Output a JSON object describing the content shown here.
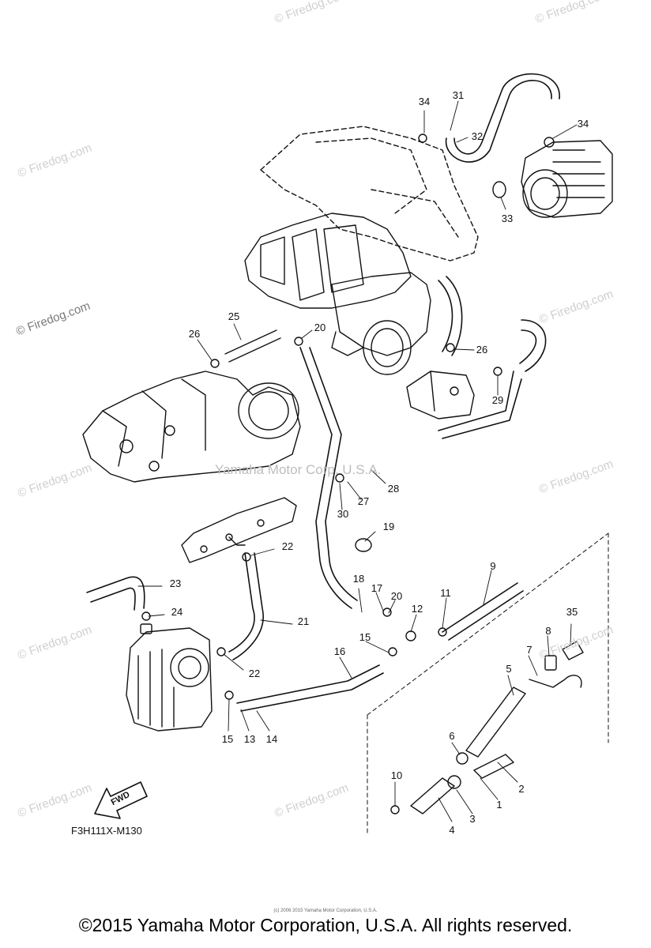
{
  "watermark": {
    "text": "© Firedog.com",
    "center_text": "Yamaha Motor Corp. U.S.A."
  },
  "callouts": {
    "n1": "1",
    "n2": "2",
    "n3": "3",
    "n4": "4",
    "n5": "5",
    "n6": "6",
    "n7": "7",
    "n8": "8",
    "n9": "9",
    "n10": "10",
    "n11": "11",
    "n12": "12",
    "n13": "13",
    "n14": "14",
    "n15a": "15",
    "n15b": "15",
    "n16": "16",
    "n17": "17",
    "n18": "18",
    "n19": "19",
    "n20a": "20",
    "n20b": "20",
    "n21": "21",
    "n22a": "22",
    "n22b": "22",
    "n23": "23",
    "n24": "24",
    "n25": "25",
    "n26a": "26",
    "n26b": "26",
    "n27": "27",
    "n28": "28",
    "n29": "29",
    "n30": "30",
    "n31": "31",
    "n32": "32",
    "n33": "33",
    "n34a": "34",
    "n34b": "34",
    "n35": "35"
  },
  "fwd_label": "FWD",
  "diagram_code": "F3H111X-M130",
  "small_print": "(c) 2006 2015 Yamaha Motor Corporation, U.S.A.",
  "footer": "©2015 Yamaha Motor Corporation, U.S.A. All rights reserved."
}
